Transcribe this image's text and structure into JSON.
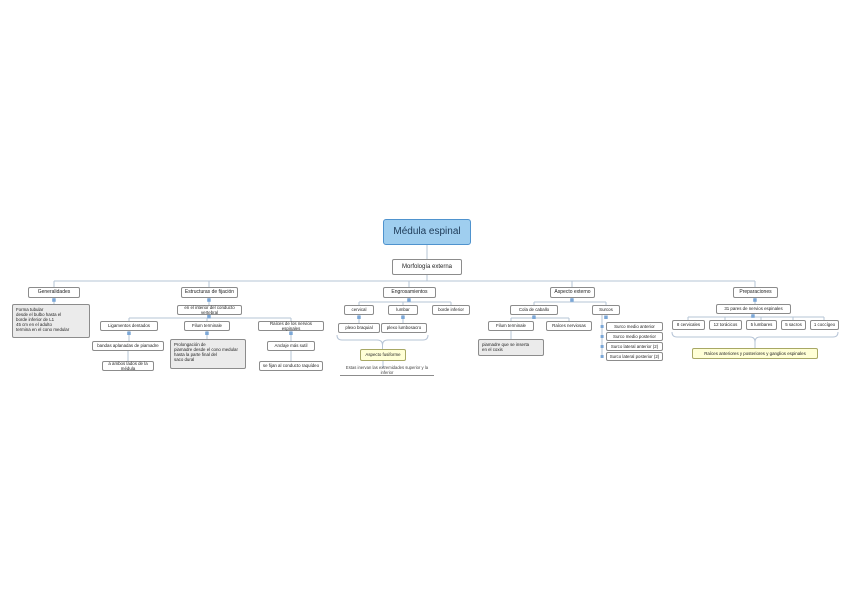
{
  "colors": {
    "root_fill": "#9fceef",
    "root_border": "#4f93ce",
    "line": "#b6c4d6",
    "dot": "#7ba7d7",
    "gray_fill": "#ebebeb",
    "yellow_fill": "#ffffd6"
  },
  "root": "Médula espinal",
  "morfologia": "Morfología externa",
  "generalidades": {
    "label": "Generalidades",
    "note": "Forma tubular\ndesde el bulbo hasta el\nborde inferior de L1\n45 cm en el adulto\ntermina en el cono medular"
  },
  "fijacion": {
    "label": "Estructuras de fijación",
    "ubicacion": "en el interior del conducto vertebral",
    "ligamentos": {
      "label": "Ligamentos dentados",
      "detalle1": "bandas aplanadas de piamadre",
      "detalle2": "a ambos lados de la médula"
    },
    "filum": {
      "label": "Filum terminale",
      "note": "Prolongación de\npiamadre desde el cono medular\nhasta la parte final del\nsaco dural"
    },
    "raices": {
      "label": "Raíces de los nervios espinales",
      "detalle1": "Anclaje más sutil",
      "detalle2": "se fijan al conducto raquídeo"
    }
  },
  "engrosamientos": {
    "label": "Engrosamientos",
    "cervical": "cervical",
    "lumbar": "lumbar",
    "borde": "borde inferior",
    "plexo_braquial": "plexo braquial",
    "plexo_lumbosacro": "plexo lumbosacro",
    "nota": "Aspecto fusiforme",
    "subnota": "Estas inervan las extremidades superior y la inferior"
  },
  "aspecto": {
    "label": "Aspecto externo",
    "cola": {
      "label": "Cola de caballo",
      "filum": "Filum terminale",
      "raices": "Raíces nerviosas",
      "nota": "piamadre que se inserta\nen el coxis"
    },
    "surcos": {
      "label": "Surcos",
      "items": [
        "Surco medio anterior",
        "Surco medio posterior",
        "Surco lateral anterior (2)",
        "Surco lateral posterior (2)"
      ]
    }
  },
  "preparaciones": {
    "label": "Preparaciones",
    "pares": "31 pares de nervios espinales",
    "items": [
      "8 cervicales",
      "12 torácicos",
      "5 lumbares",
      "5 sacros",
      "1 coccígeo"
    ],
    "nota": "Raíces anteriores y posteriores y ganglios espinales"
  }
}
